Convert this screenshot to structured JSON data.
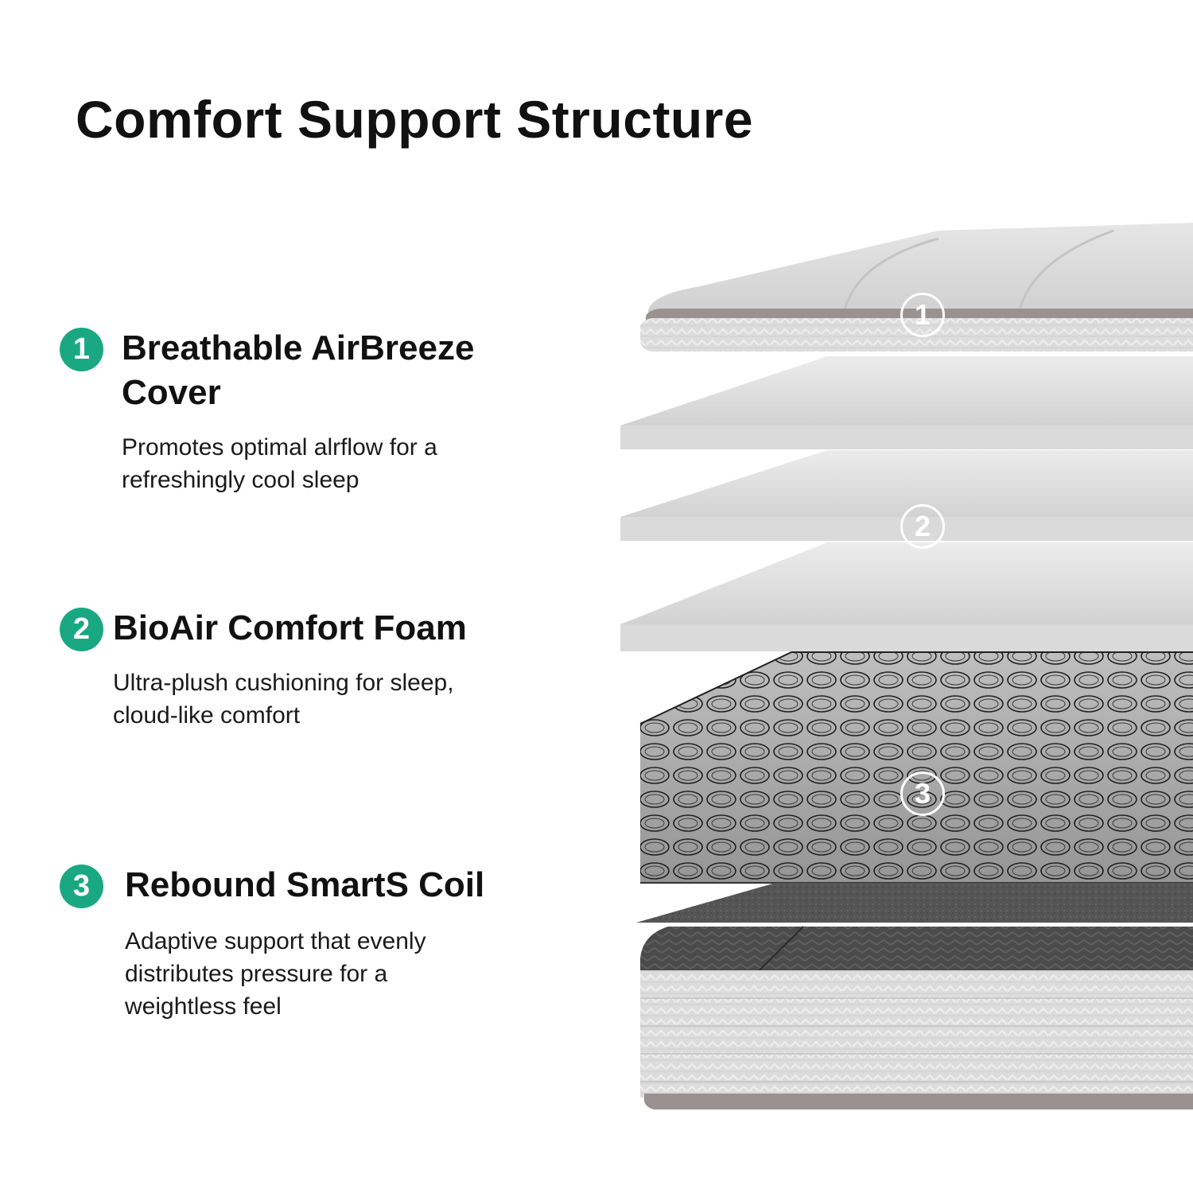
{
  "title": "Comfort Support Structure",
  "accent_color": "#1aa882",
  "features": [
    {
      "number": "1",
      "title_lines": [
        "Breathable AirBreeze",
        "Cover"
      ],
      "description_lines": [
        "Promotes optimal alrflow for a",
        "refreshingly cool sleep"
      ]
    },
    {
      "number": "2",
      "title_lines": [
        "BioAir Comfort Foam"
      ],
      "description_lines": [
        "Ultra-plush cushioning for sleep,",
        "cloud-like comfort"
      ]
    },
    {
      "number": "3",
      "title_lines": [
        "Rebound SmartS Coil"
      ],
      "description_lines": [
        "Adaptive support that evenly",
        "distributes pressure for a",
        "weightless feel"
      ]
    }
  ],
  "layer_labels": [
    "1",
    "2",
    "3"
  ]
}
